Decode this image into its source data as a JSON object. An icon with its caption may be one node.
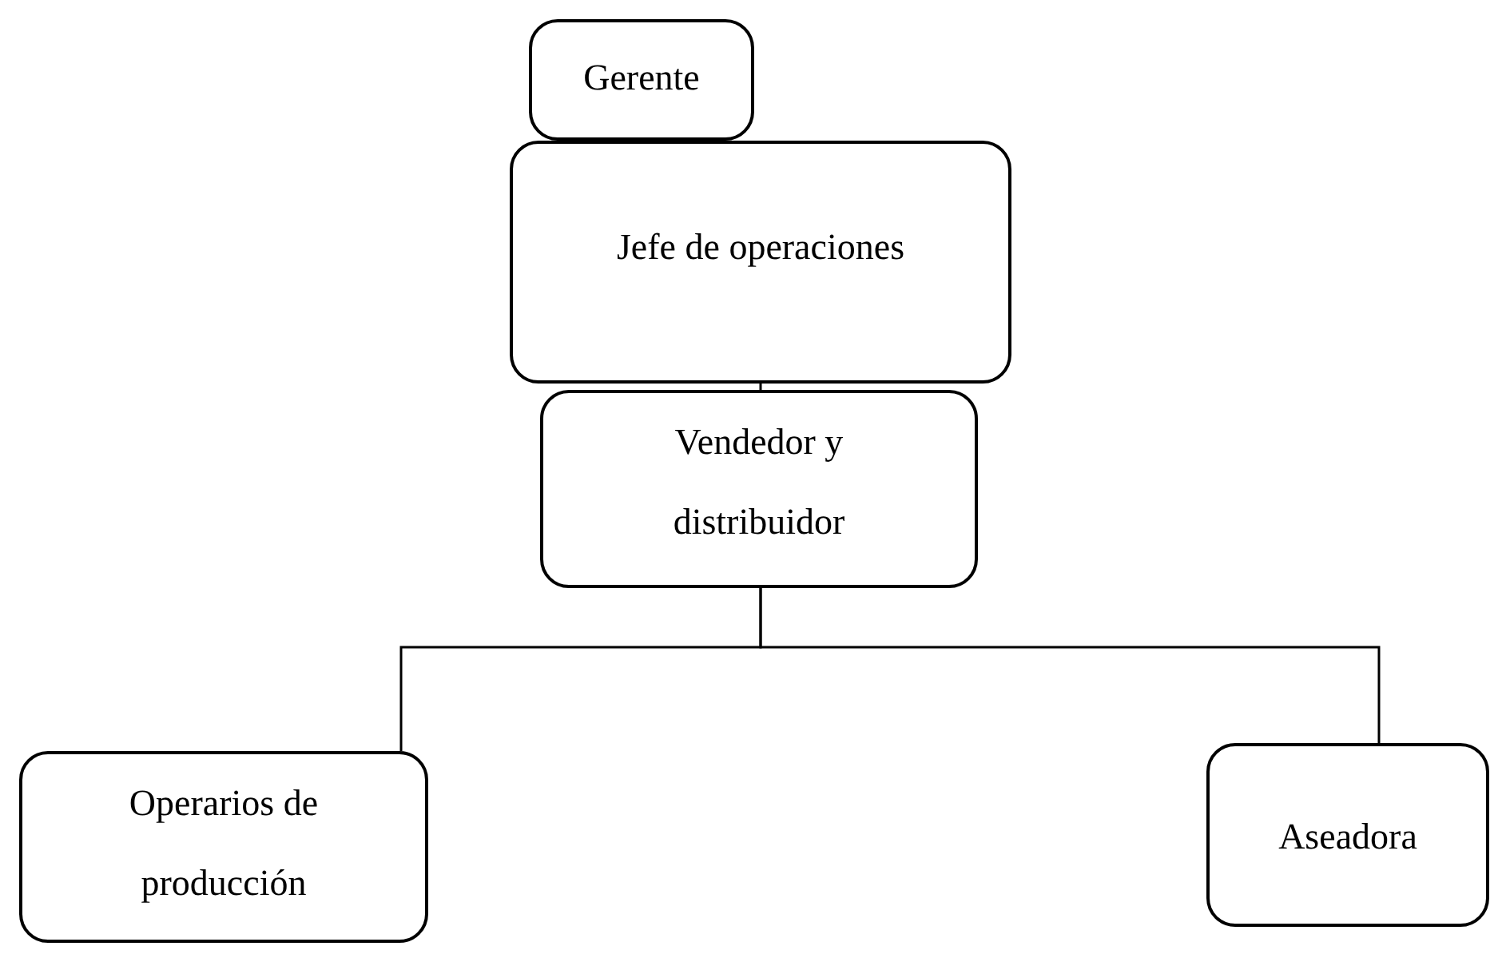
{
  "diagram": {
    "nodes": [
      {
        "text": [
          "Gerente"
        ]
      },
      {
        "text": [
          "Jefe de operaciones"
        ]
      },
      {
        "text": [
          "Vendedor y distribuidor"
        ]
      },
      {
        "text": [
          "Operarios de producción"
        ]
      },
      {
        "text": [
          "Aseadora"
        ]
      }
    ],
    "edges": [
      {
        "from": 1,
        "to": 2,
        "arrow": "none"
      },
      {
        "from": 2,
        "to": 3,
        "arrow": "none"
      },
      {
        "from": 2,
        "to": 4,
        "arrow": "none"
      }
    ]
  }
}
